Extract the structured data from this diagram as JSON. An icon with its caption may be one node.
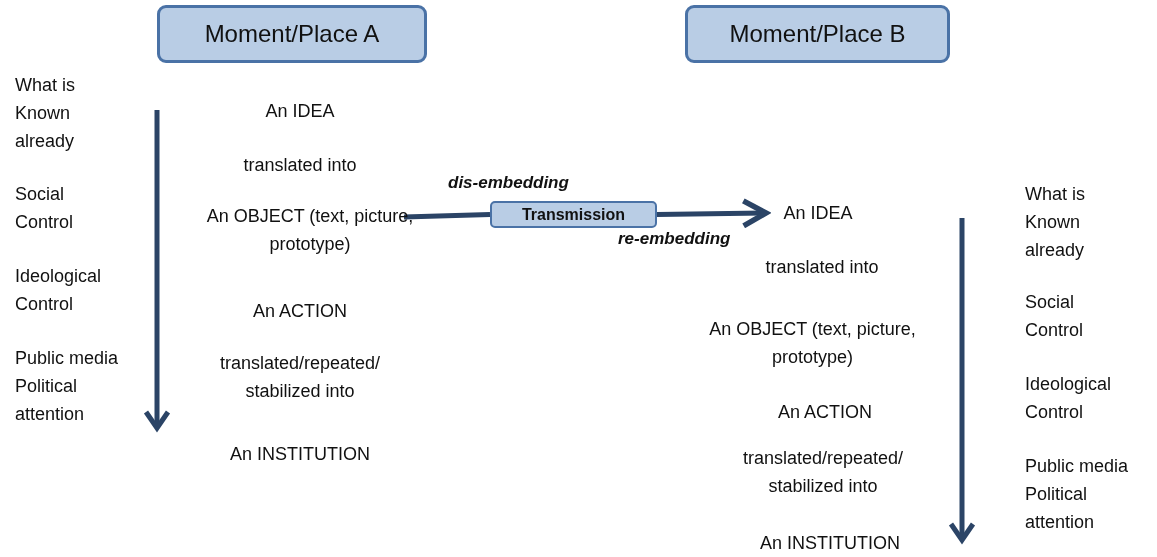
{
  "diagram": {
    "nodes": [
      {
        "text": [
          "Moment/Place A"
        ]
      },
      {
        "text": [
          "Moment/Place B"
        ]
      },
      {
        "text": [
          "An OBJECT (text, picture, prototype)"
        ]
      },
      {
        "text": [
          "Transmission"
        ]
      },
      {
        "text": [
          "An IDEA"
        ]
      }
    ],
    "edges": [
      {
        "from": 2,
        "to": 3,
        "arrow": "none",
        "label": "dis-embedding"
      },
      {
        "from": 3,
        "to": 4,
        "arrow": "to",
        "label": "re-embedding"
      }
    ],
    "labels": [
      "What is Known already",
      "Social Control",
      "Ideological Control",
      "Public media Political attention",
      "An IDEA",
      "translated into",
      "An ACTION",
      "translated/repeated/ stabilized into",
      "An INSTITUTION",
      "translated into",
      "An OBJECT (text, picture, prototype)",
      "An ACTION",
      "translated/repeated/ stabilized into",
      "An INSTITUTION",
      "What is Known already",
      "Social Control",
      "Ideological Control",
      "Public media Political attention"
    ]
  }
}
